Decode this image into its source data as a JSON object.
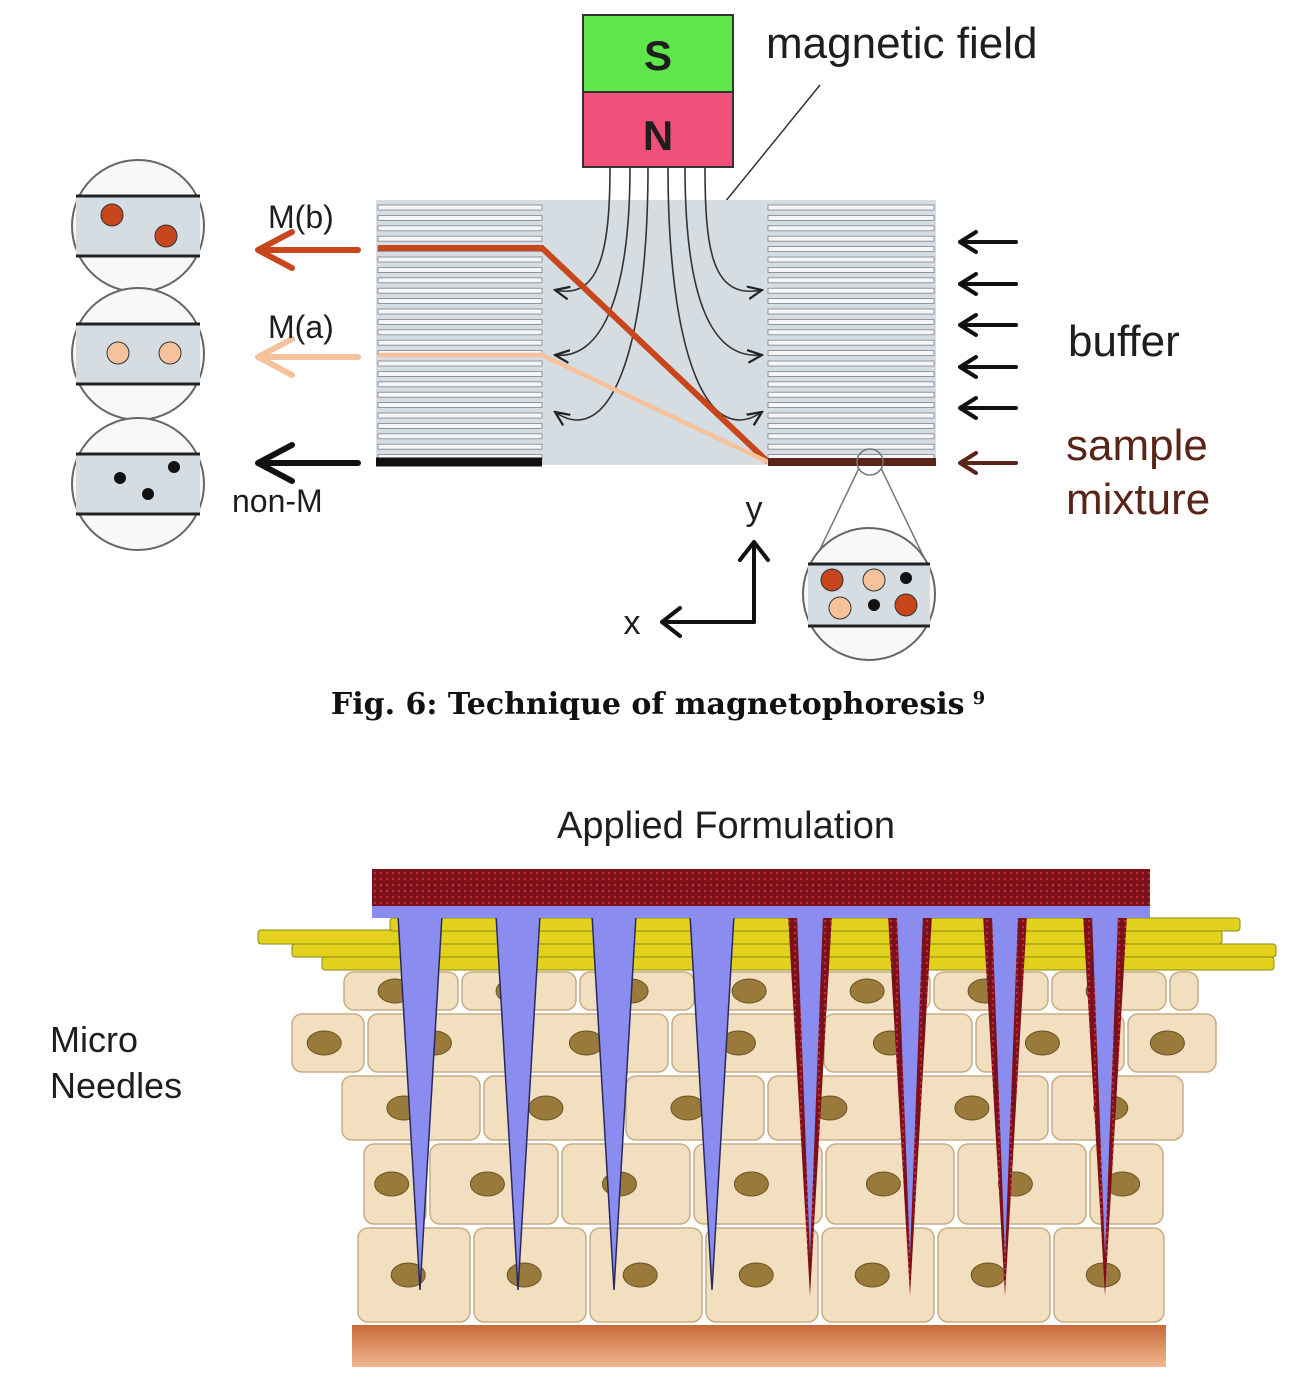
{
  "figure1": {
    "magnet_south": "S",
    "magnet_north": "N",
    "field_label": "magnetic field",
    "outlet_b": "M(b)",
    "outlet_a": "M(a)",
    "outlet_nonm": "non-M",
    "buffer_label": "buffer",
    "sample_line1": "sample",
    "sample_line2": "mixture",
    "axis_x": "x",
    "axis_y": "y",
    "caption_text": "Fig. 6: Technique of magnetophoresis",
    "caption_ref": "9",
    "colors": {
      "south_pole": "#5ee64a",
      "north_pole": "#f0507a",
      "chamber": "#d6dde2",
      "particle_b": "#c8461c",
      "particle_a": "#f6c29c",
      "particle_nonm": "#111111",
      "sample_arrow": "#5a2418"
    }
  },
  "figure2": {
    "title": "Applied Formulation",
    "side_label_line1": "Micro",
    "side_label_line2": "Needles",
    "colors": {
      "formulation": "#7a1018",
      "needle": "#8a8cf0",
      "stratum_corneum": "#e2d21e",
      "cell": "#f2dfc0",
      "nucleus": "#9a7a3a",
      "base_layer": "#e69a6a"
    }
  }
}
